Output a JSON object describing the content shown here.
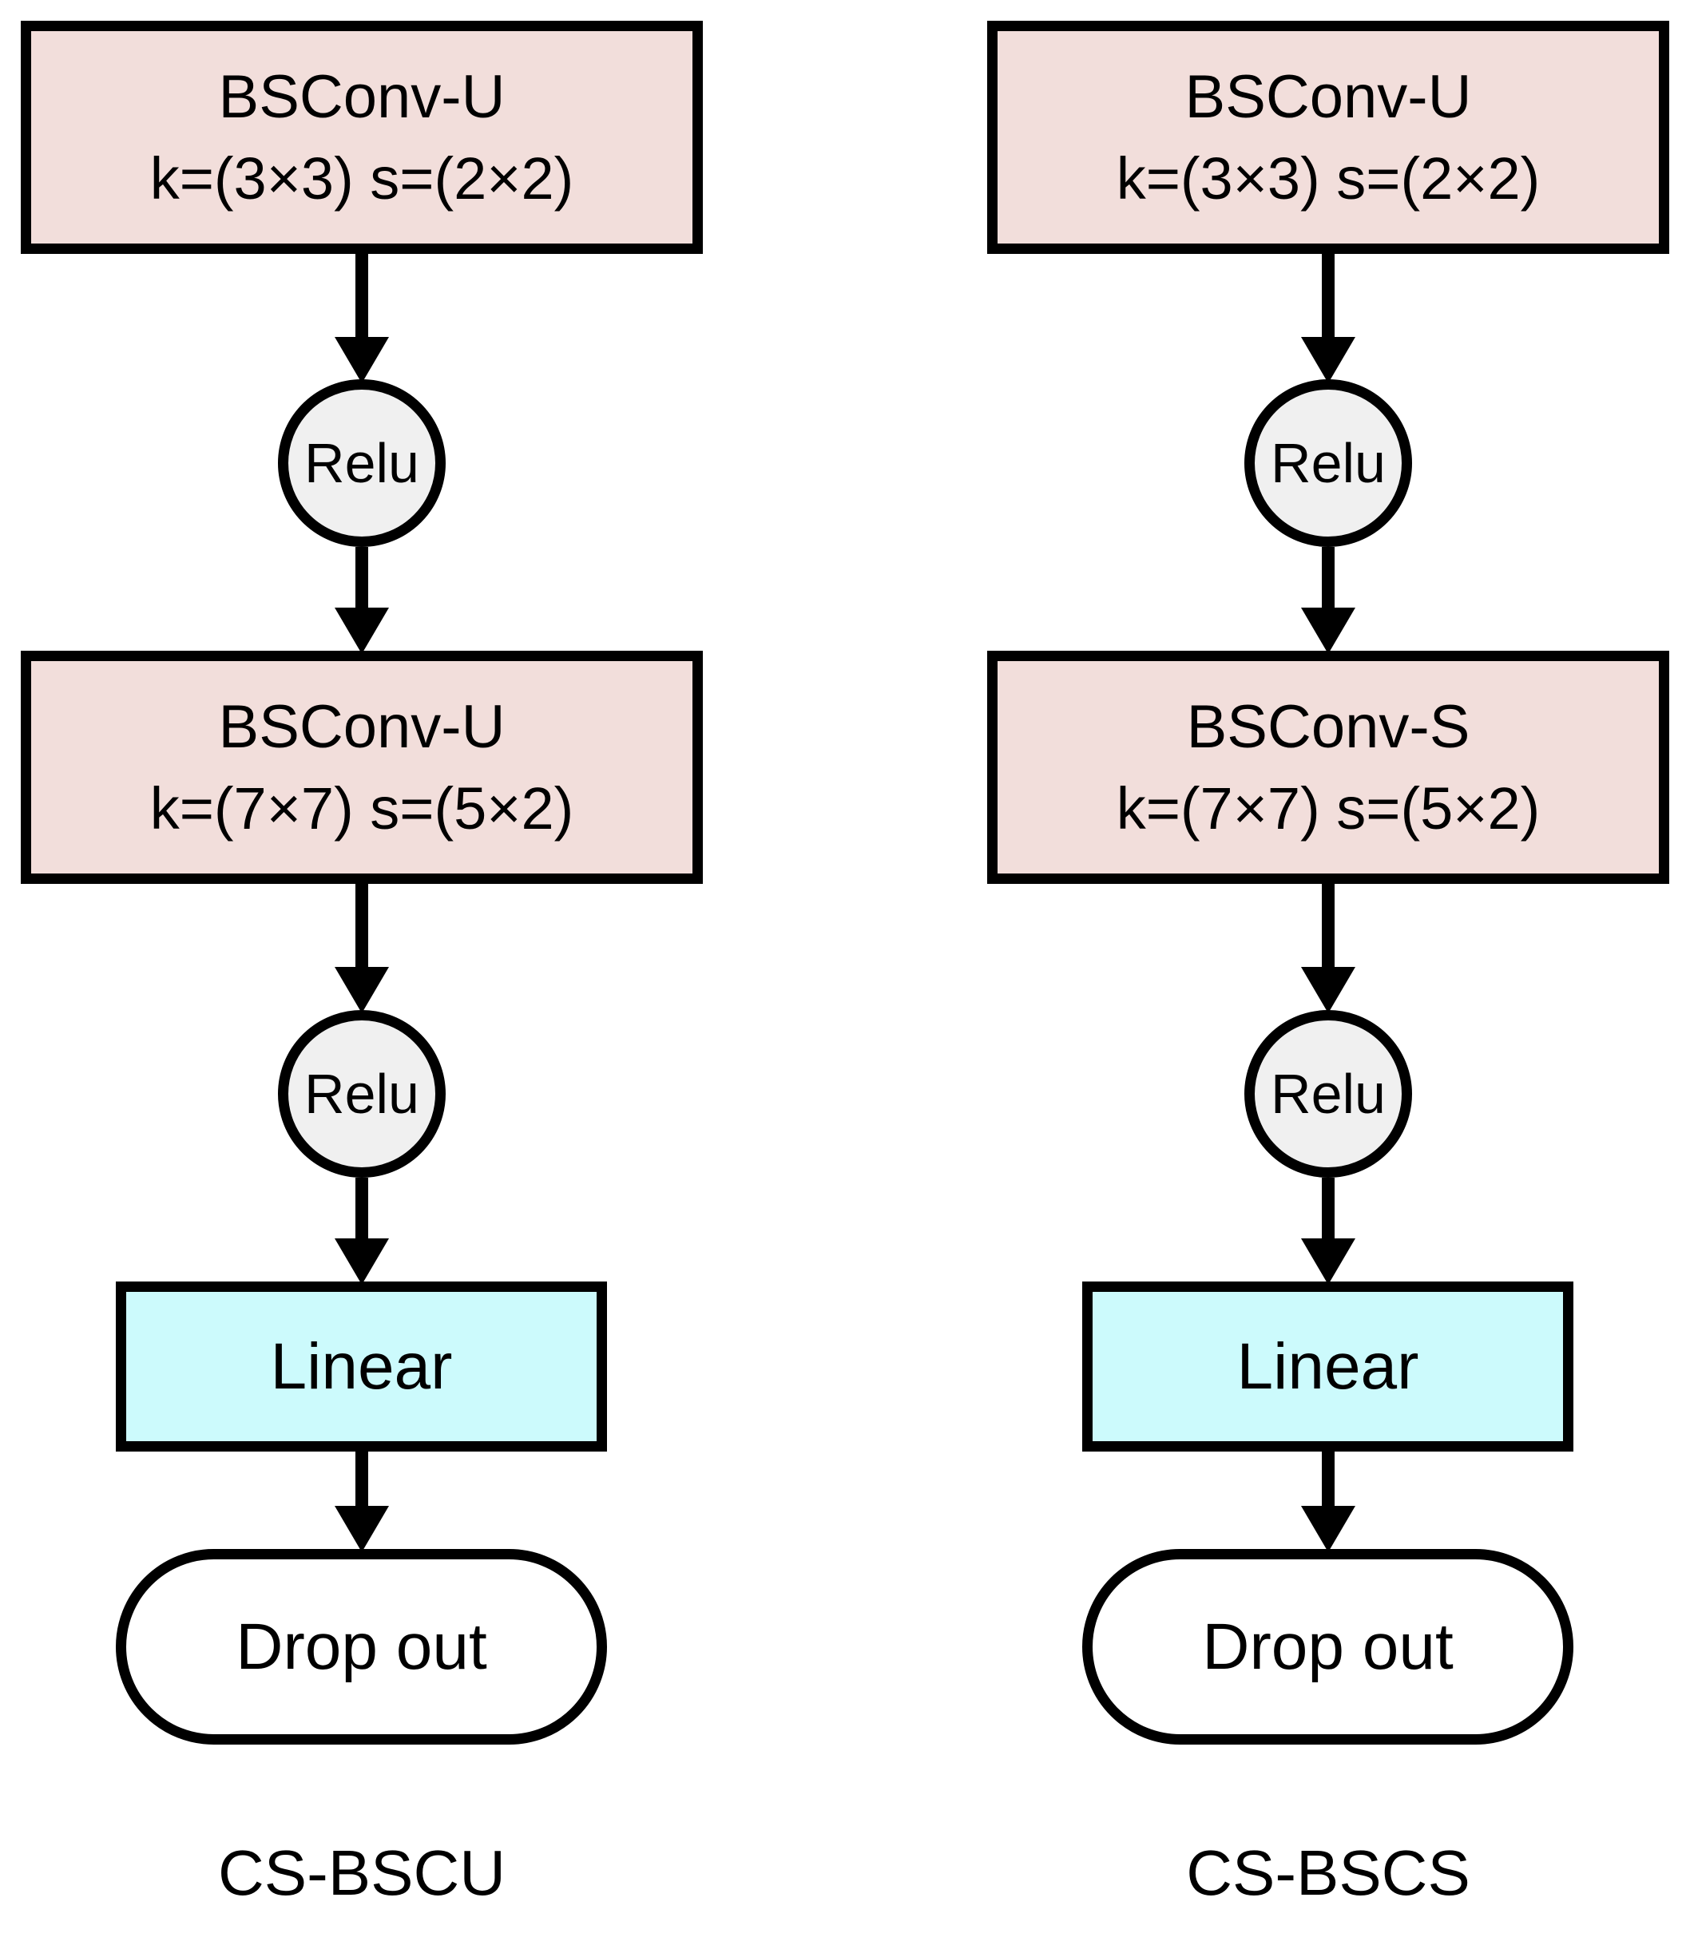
{
  "figure": {
    "kind": "neural-network-block-diagram",
    "colors": {
      "conv_fill": "#f2dedb",
      "activation_fill": "#f0f0f0",
      "linear_fill": "#ccfafc",
      "dropout_fill": "#ffffff",
      "stroke": "#000000",
      "background": "#ffffff"
    }
  },
  "columns": [
    {
      "id": "cs-bscu",
      "caption": "CS-BSCU",
      "blocks": {
        "conv1": {
          "title": "BSConv-U",
          "params": "k=(3×3) s=(2×2)"
        },
        "relu1": {
          "label": "Relu"
        },
        "conv2": {
          "title": "BSConv-U",
          "params": "k=(7×7) s=(5×2)"
        },
        "relu2": {
          "label": "Relu"
        },
        "linear": {
          "label": "Linear"
        },
        "dropout": {
          "label": "Drop out"
        }
      }
    },
    {
      "id": "cs-bscs",
      "caption": "CS-BSCS",
      "blocks": {
        "conv1": {
          "title": "BSConv-U",
          "params": "k=(3×3) s=(2×2)"
        },
        "relu1": {
          "label": "Relu"
        },
        "conv2": {
          "title": "BSConv-S",
          "params": "k=(7×7) s=(5×2)"
        },
        "relu2": {
          "label": "Relu"
        },
        "linear": {
          "label": "Linear"
        },
        "dropout": {
          "label": "Drop out"
        }
      }
    }
  ]
}
